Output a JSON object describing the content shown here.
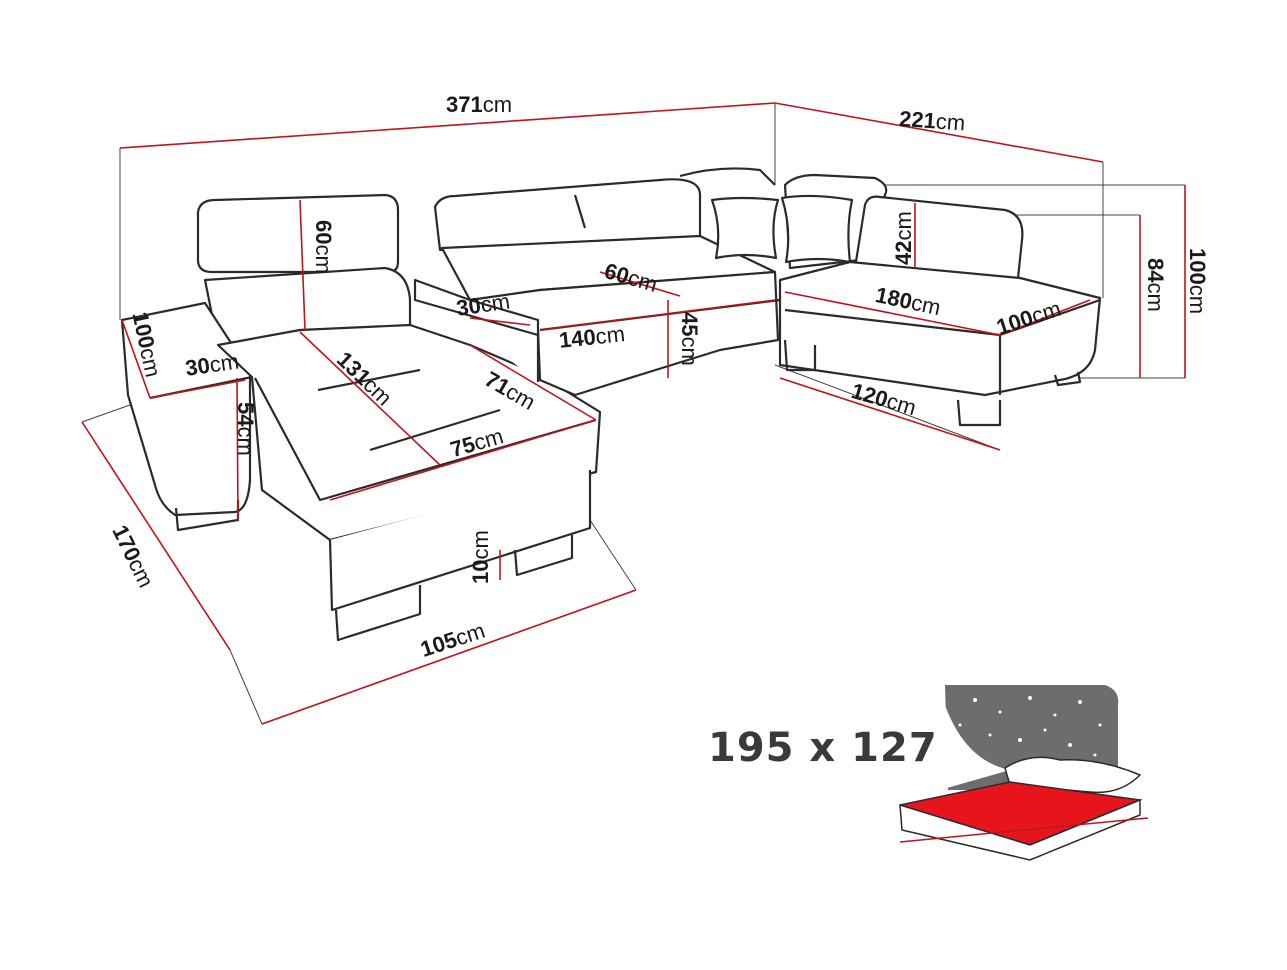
{
  "colors": {
    "outline": "#2b2b2b",
    "dimension_line": "#c0141c",
    "guide_line": "#3a3a3a",
    "bed_surface": "#e8141c",
    "night_sky": "#6d6d6d",
    "background": "#ffffff"
  },
  "unit": "cm",
  "dimensions": {
    "overall_width": "371",
    "right_depth": "221",
    "right_height_back": "100",
    "right_height_arm": "84",
    "right_headrest": "42",
    "right_seat_width": "180",
    "right_seat_depth": "100",
    "right_base": "120",
    "middle_seat_width": "140",
    "middle_seat_depth": "60",
    "middle_seat_height": "45",
    "middle_arm": "30",
    "left_headrest": "60",
    "left_arm": "30",
    "left_height": "100",
    "left_arm_height": "54",
    "chaise_length": "131",
    "chaise_depth": "71",
    "chaise_width": "75",
    "leg_height": "10",
    "floor_front": "105",
    "floor_side": "170"
  },
  "sleeping_area": {
    "label": "195 x 127",
    "icon": "bed-with-pillows-night-sky-icon"
  }
}
